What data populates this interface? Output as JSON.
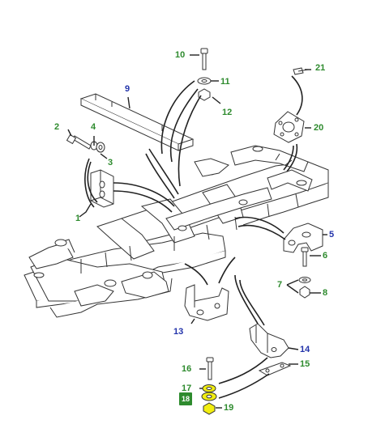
{
  "callouts": [
    {
      "id": "1",
      "num": "1",
      "color": "green"
    },
    {
      "id": "2",
      "num": "2",
      "color": "green"
    },
    {
      "id": "3",
      "num": "3",
      "color": "green"
    },
    {
      "id": "4",
      "num": "4",
      "color": "green"
    },
    {
      "id": "5",
      "num": "5",
      "color": "blue"
    },
    {
      "id": "6",
      "num": "6",
      "color": "green"
    },
    {
      "id": "7",
      "num": "7",
      "color": "green"
    },
    {
      "id": "8",
      "num": "8",
      "color": "green"
    },
    {
      "id": "9",
      "num": "9",
      "color": "blue"
    },
    {
      "id": "10",
      "num": "10",
      "color": "green"
    },
    {
      "id": "11",
      "num": "11",
      "color": "green"
    },
    {
      "id": "12",
      "num": "12",
      "color": "green"
    },
    {
      "id": "13",
      "num": "13",
      "color": "blue"
    },
    {
      "id": "14",
      "num": "14",
      "color": "blue"
    },
    {
      "id": "15",
      "num": "15",
      "color": "green"
    },
    {
      "id": "16",
      "num": "16",
      "color": "green"
    },
    {
      "id": "17",
      "num": "17",
      "color": "green"
    },
    {
      "id": "18",
      "num": "18",
      "color": "green"
    },
    {
      "id": "19",
      "num": "19",
      "color": "green"
    },
    {
      "id": "20",
      "num": "20",
      "color": "green"
    },
    {
      "id": "21",
      "num": "21",
      "color": "green"
    }
  ],
  "highlight_color": "#f2ee10",
  "badge_icon": "part-reference-icon"
}
